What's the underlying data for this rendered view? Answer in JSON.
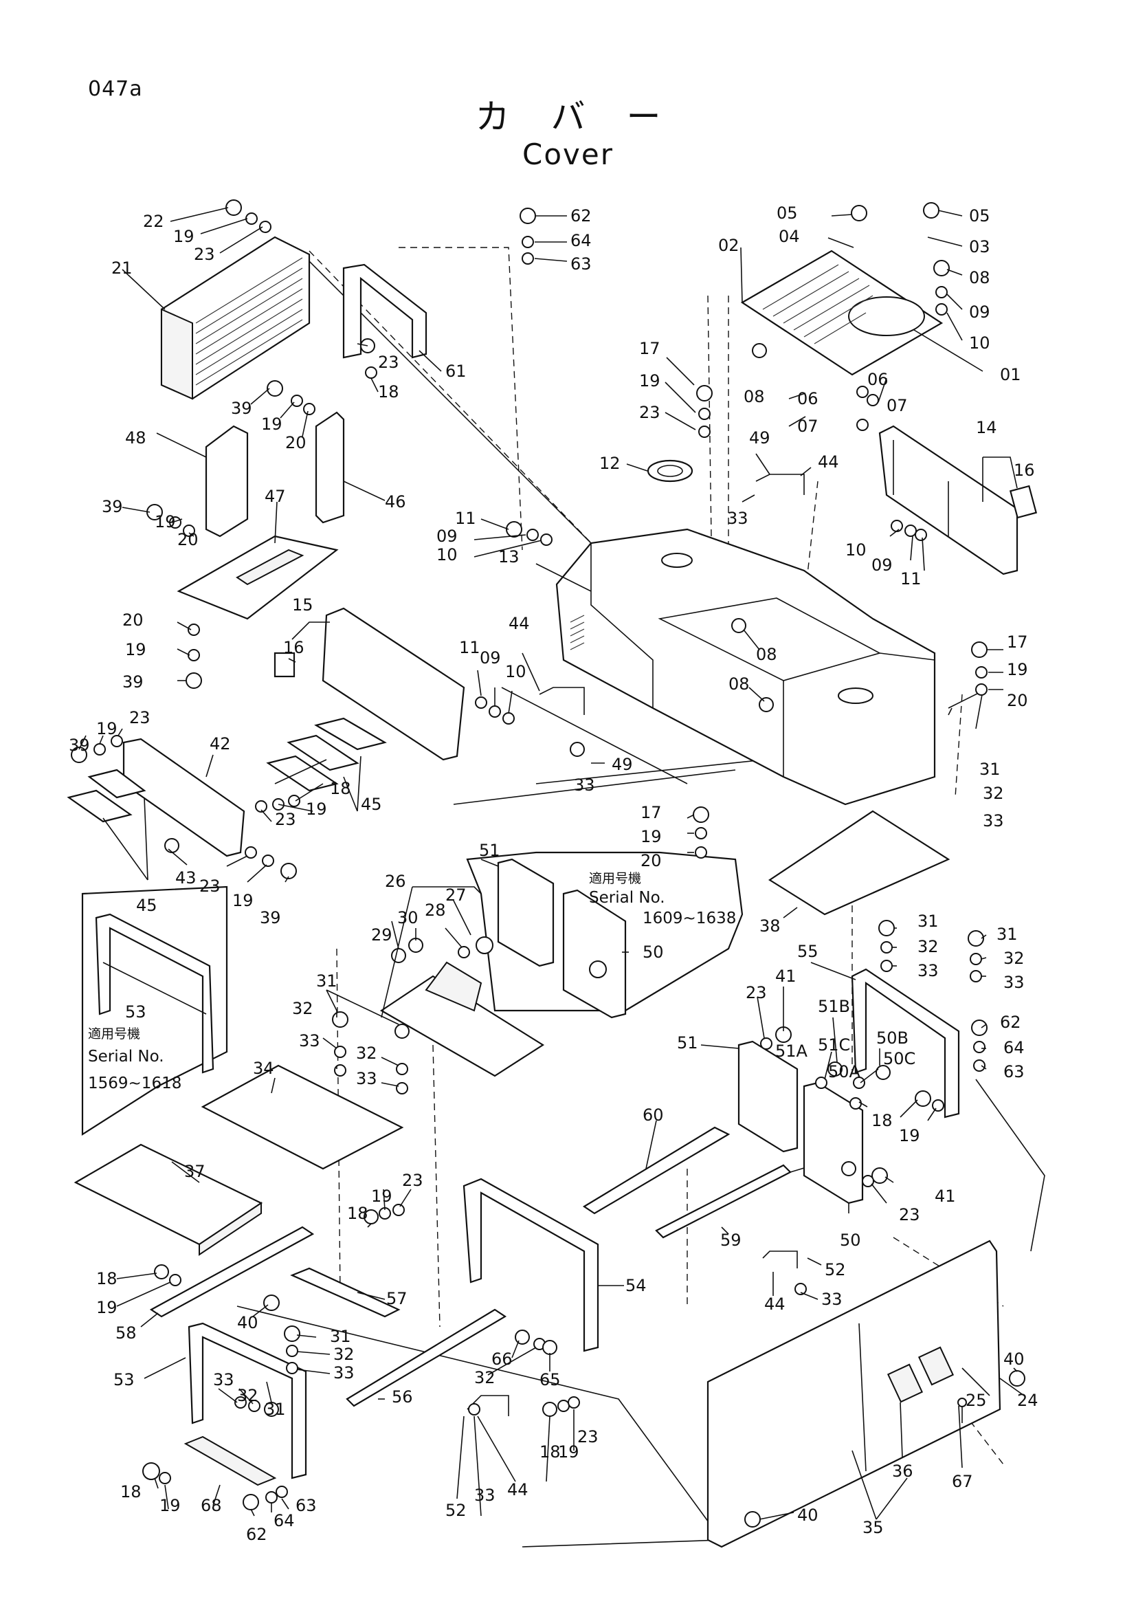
{
  "header": {
    "page_code": "047a",
    "title_jp": "カバー",
    "title_en": "Cover"
  },
  "serial_notes": [
    {
      "label_jp": "適用号機",
      "label_en": "Serial No.",
      "range": "1609~1638"
    },
    {
      "label_jp": "適用号機",
      "label_en": "Serial No.",
      "range": "1569~1618"
    }
  ],
  "callouts": [
    "22",
    "19",
    "23",
    "21",
    "62",
    "64",
    "63",
    "61",
    "23",
    "18",
    "39",
    "19",
    "20",
    "48",
    "46",
    "39",
    "19",
    "20",
    "47",
    "20",
    "19",
    "39",
    "05",
    "04",
    "02",
    "05",
    "03",
    "08",
    "09",
    "10",
    "01",
    "17",
    "19",
    "23",
    "08",
    "06",
    "06",
    "07",
    "07",
    "12",
    "49",
    "44",
    "14",
    "16",
    "33",
    "11",
    "09",
    "10",
    "13",
    "10",
    "09",
    "11",
    "15",
    "16",
    "11",
    "09",
    "10",
    "44",
    "08",
    "08",
    "17",
    "19",
    "20",
    "39",
    "19",
    "23",
    "42",
    "45",
    "18",
    "19",
    "23",
    "33",
    "49",
    "31",
    "32",
    "33",
    "43",
    "23",
    "19",
    "39",
    "45",
    "17",
    "19",
    "20",
    "51",
    "26",
    "27",
    "30",
    "28",
    "29",
    "50",
    "38",
    "31",
    "32",
    "33",
    "55",
    "31",
    "32",
    "33",
    "41",
    "23",
    "51B",
    "51C",
    "50B",
    "62",
    "64",
    "63",
    "53",
    "51",
    "51A",
    "50A",
    "50C",
    "18",
    "19",
    "31",
    "32",
    "33",
    "32",
    "33",
    "34",
    "60",
    "41",
    "23",
    "50",
    "37",
    "19",
    "23",
    "18",
    "18",
    "19",
    "57",
    "40",
    "59",
    "54",
    "52",
    "44",
    "33",
    "58",
    "31",
    "32",
    "33",
    "66",
    "32",
    "65",
    "40",
    "24",
    "25",
    "53",
    "33",
    "32",
    "31",
    "56",
    "36",
    "67",
    "18",
    "19",
    "23",
    "18",
    "19",
    "68",
    "63",
    "64",
    "62",
    "44",
    "52",
    "33",
    "35",
    "40"
  ]
}
